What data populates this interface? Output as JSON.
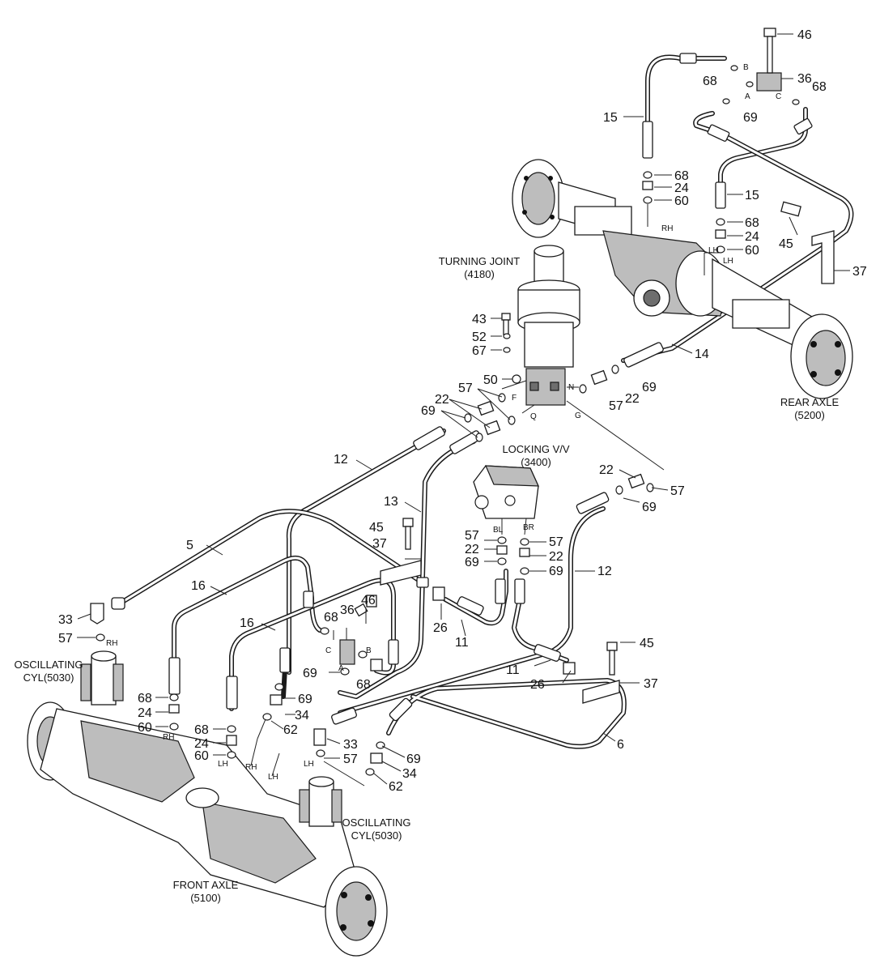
{
  "assemblies": {
    "turning_joint": [
      "TURNING JOINT",
      "(4180)"
    ],
    "rear_axle": [
      "REAR AXLE",
      "(5200)"
    ],
    "front_axle": [
      "FRONT AXLE",
      "(5100)"
    ],
    "locking_valve": [
      "LOCKING V/V",
      "(3400)"
    ],
    "oscillating_cyl_left": [
      "OSCILLATING",
      "CYL(5030)"
    ],
    "oscillating_cyl_right": [
      "OSCILLATING",
      "CYL(5030)"
    ]
  },
  "callouts": {
    "top_right": [
      "46",
      "36",
      "68",
      "68",
      "69",
      "15",
      "68",
      "24",
      "60",
      "15",
      "68",
      "24",
      "60",
      "45",
      "37"
    ],
    "joint_stack": [
      "43",
      "52",
      "67",
      "50"
    ],
    "mid_right": [
      "14",
      "69",
      "22",
      "57"
    ],
    "mid_left": [
      "57",
      "22",
      "69"
    ],
    "valve_lines": [
      "12",
      "13",
      "22",
      "57",
      "69",
      "45",
      "37",
      "5"
    ],
    "valve_ports": [
      "57",
      "22",
      "69",
      "57",
      "22",
      "69",
      "12"
    ],
    "left_bank": [
      "16",
      "16",
      "33",
      "57",
      "68",
      "24",
      "60",
      "68",
      "24",
      "60"
    ],
    "center_block": [
      "36",
      "46",
      "68",
      "68",
      "69",
      "69",
      "34",
      "62",
      "26",
      "11",
      "11",
      "26"
    ],
    "lower_right": [
      "45",
      "37",
      "6",
      "33",
      "57",
      "69",
      "34",
      "62"
    ]
  },
  "port_letters": {
    "rear_tee": [
      "B",
      "A",
      "C"
    ],
    "joint": [
      "F",
      "N",
      "Q",
      "G"
    ],
    "valve": [
      "BL",
      "BR"
    ],
    "center_tee": [
      "C",
      "B",
      "A"
    ]
  },
  "side_marks": [
    "RH",
    "LH",
    "RH",
    "RH",
    "LH",
    "LH",
    "LH",
    "RH",
    "LH"
  ]
}
